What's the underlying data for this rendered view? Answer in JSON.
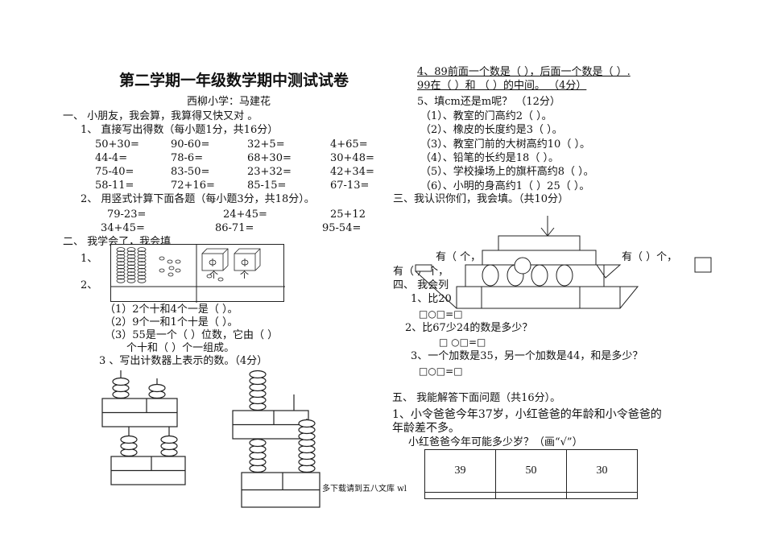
{
  "title": "第二学期一年级数学期中测试试卷",
  "author": "西柳小学：马建花",
  "left": {
    "s1": "一、  小朋友，我会算，我算得又快又对 。",
    "q1": "1、    直接写出得数（每小题1分，共16分）",
    "mental": [
      [
        "50+30=",
        "90-60=",
        "32+5=",
        "4+65="
      ],
      [
        "44-4=",
        "78-6=",
        "68+30=",
        "30+48="
      ],
      [
        "75-40=",
        "83-50=",
        "23+32=",
        "42+34="
      ],
      [
        "58-11=",
        "72+16=",
        "85-15=",
        "67-13="
      ]
    ],
    "q2": "2、    用竖式计算下面各题（每小题3分，共18分）。",
    "vertical": [
      [
        "79-23=",
        "24+45=",
        "25+12"
      ],
      [
        "34+45=",
        "86-71=",
        "95-54="
      ]
    ],
    "s2": "二、  我学会了，我会填",
    "s2_1": "1、",
    "s2_2": "2、",
    "f1": "（1）2个十和4个一是（          ）。",
    "f2": "（2）9个一和1个十是（          ）。",
    "f3": "（3）55是一个（      ）位数，它由（      ）",
    "f3b": "个十和（      ）个一组成。",
    "q3": "3 、写出计数器上表示的数。（4分）",
    "box_labels": [
      "个",
      "个"
    ]
  },
  "right": {
    "q4a": "4、89前面一个数是（    ），后面一个数是（    ）.",
    "q4b": "99在（   ）和 （   ）的中间。  （4分）",
    "q5": "5、填cm还是m呢？   （12分）",
    "units": [
      "（1）、教室的门高约2（     ）。",
      "（2）、橡皮的长度约是3（     ）。",
      "（3）、教室门前的大树高约10（     ）。",
      "（4）、铅笔的长约是18（     ）。",
      "（5）、学校操场上的旗杆高约8（     ）。",
      "（6）、小明的身高约1（     ）25（     ）。"
    ],
    "s3": "三、我认识你们，我会填。（共10分）",
    "shape_a": "有（          个，",
    "shape_b": "有（     ）个，",
    "shape_c": "有（     ）个，",
    "s4": "四、  我会列",
    "p1": "1、比20",
    "eq": "□○□=□",
    "p2": "2、比67少24的数是多少？",
    "eq2": "□   ○□=□",
    "p3": "3、一个加数是35，另一个加数是44，和是多少？",
    "s5": "五、  我能解答下面问题（共16分）。",
    "w1a": "1、小令爸爸今年37岁，小红爸爸的年龄和小令爸爸的",
    "w1b": "年龄差不多。",
    "w1c": "小红爸爸今年可能多少岁？（画“√”）",
    "options": [
      "39",
      "50",
      "30"
    ]
  },
  "footer": "多下载请到五八文库 wl"
}
